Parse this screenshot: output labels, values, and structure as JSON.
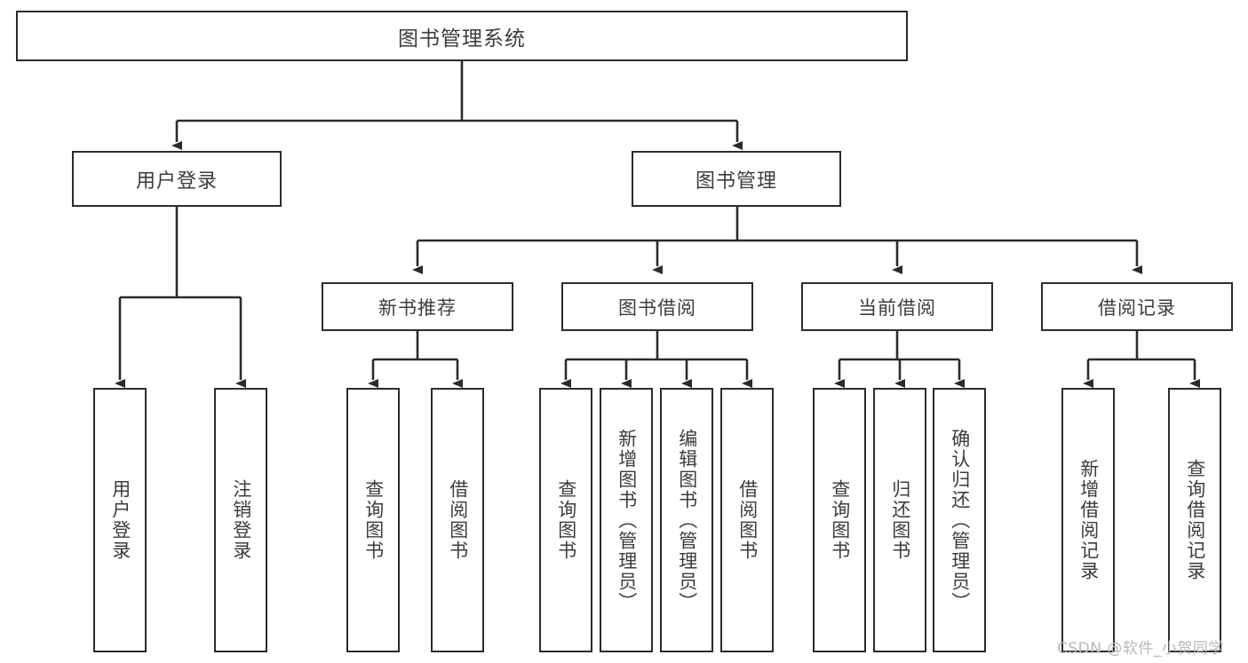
{
  "diagram": {
    "type": "tree",
    "title": "图书管理系统",
    "orientation": "top-down",
    "style": {
      "box_fill": "#ffffff",
      "box_stroke": "#2b2b2b",
      "text_color": "#3c3c3c",
      "edge_color": "#2b2b2b",
      "background": "#ffffff"
    },
    "root": {
      "label": "图书管理系统"
    },
    "level2": [
      {
        "label": "用户登录"
      },
      {
        "label": "图书管理"
      }
    ],
    "level3": [
      {
        "label": "新书推荐"
      },
      {
        "label": "图书借阅"
      },
      {
        "label": "当前借阅"
      },
      {
        "label": "借阅记录"
      }
    ],
    "leaves": {
      "user_login": [
        {
          "label": "用户登录"
        },
        {
          "label": "注销登录"
        }
      ],
      "new_book_recommend": [
        {
          "label": "查询图书"
        },
        {
          "label": "借阅图书"
        }
      ],
      "book_borrow": [
        {
          "label": "查询图书"
        },
        {
          "label": "新增图书（管理员）"
        },
        {
          "label": "编辑图书（管理员）"
        },
        {
          "label": "借阅图书"
        }
      ],
      "current_borrow": [
        {
          "label": "查询图书"
        },
        {
          "label": "归还图书"
        },
        {
          "label": "确认归还（管理员）"
        }
      ],
      "borrow_record": [
        {
          "label": "新增借阅记录"
        },
        {
          "label": "查询借阅记录"
        }
      ]
    }
  },
  "watermark": {
    "text": "CSDN @软件_小贺同学"
  }
}
